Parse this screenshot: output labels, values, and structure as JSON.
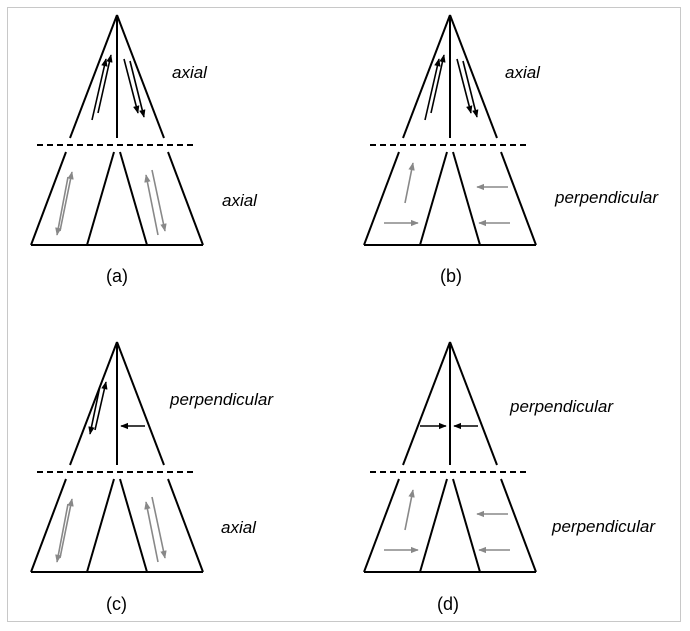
{
  "panels": [
    {
      "caption": "(a)",
      "upper_label": "axial",
      "lower_label": "axial",
      "upper_arrows": "axial",
      "lower_arrows": "axial"
    },
    {
      "caption": "(b)",
      "upper_label": "axial",
      "lower_label": "perpendicular",
      "upper_arrows": "axial",
      "lower_arrows": "perpendicular"
    },
    {
      "caption": "(c)",
      "upper_label": "perpendicular",
      "lower_label": "axial",
      "upper_arrows": "perpendicular",
      "lower_arrows": "axial"
    },
    {
      "caption": "(d)",
      "upper_label": "perpendicular",
      "lower_label": "perpendicular",
      "upper_arrows": "perpendicular",
      "lower_arrows": "perpendicular"
    }
  ],
  "colors": {
    "outline": "#000000",
    "upper_arrow": "#000000",
    "lower_arrow": "#888888",
    "frame": "#c8c8c8"
  }
}
